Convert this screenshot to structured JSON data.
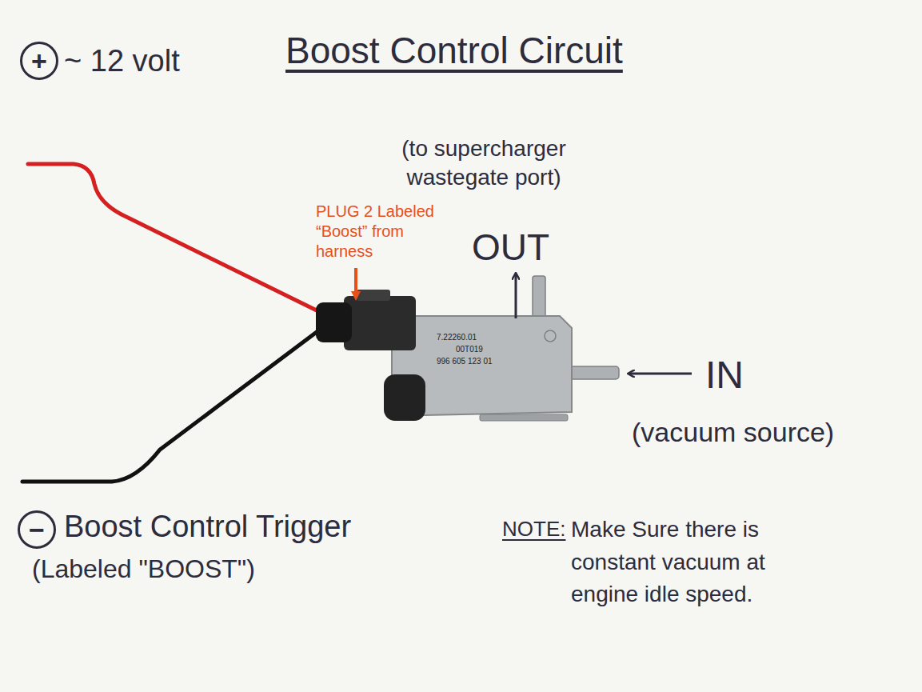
{
  "diagram": {
    "title": "Boost Control Circuit",
    "nodes": [
      {
        "text": [
          "+"
        ]
      },
      {
        "text": [
          "−"
        ]
      }
    ],
    "labels": [
      "~ 12 volt",
      "(to supercharger wastegate port)",
      "OUT",
      "PLUG 2 Labeled “Boost” from harness",
      "IN",
      "(vacuum source)",
      "Boost Control Trigger",
      "(Labeled \"BOOST\")",
      "NOTE:",
      "Make Sure there is constant vacuum at engine idle speed.",
      "7.22260.01",
      "00T019",
      "996 605 123 01"
    ]
  }
}
